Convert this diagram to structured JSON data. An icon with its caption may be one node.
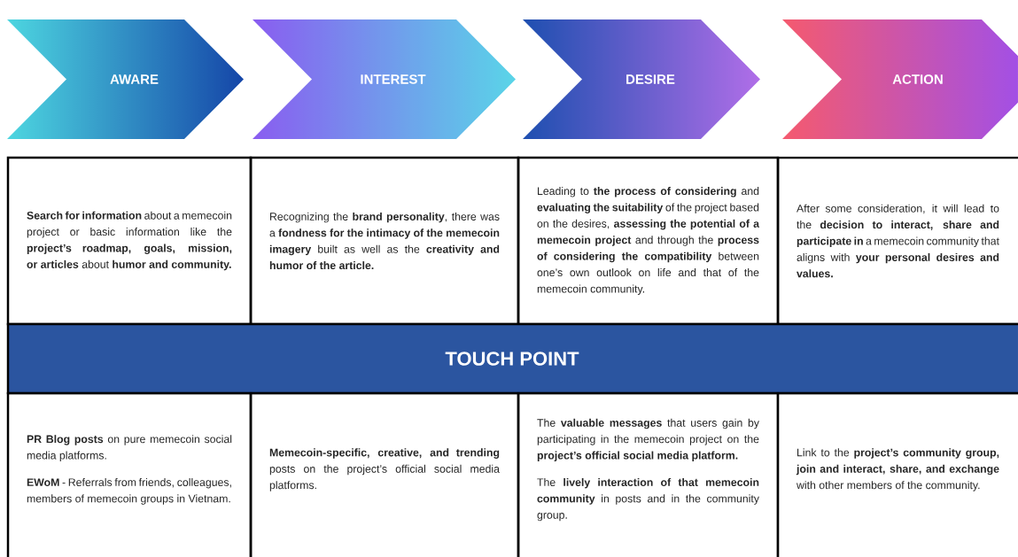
{
  "diagram": {
    "nodes": [
      {
        "text": [
          "AWARE"
        ]
      },
      {
        "text": [
          "INTEREST"
        ]
      },
      {
        "text": [
          "DESIRE"
        ]
      },
      {
        "text": [
          "ACTION"
        ]
      },
      {
        "text": [
          "**Search for information** about a memecoin project or basic information like the **project’s roadmap, goals, mission, or articles** about **humor and community.**"
        ]
      },
      {
        "text": [
          "Recognizing the **brand personality**, there was a **fondness for the intimacy of the memecoin imagery** built as well as the **creativity and humor of the article.**"
        ]
      },
      {
        "text": [
          "Leading to **the process of considering** and **evaluating the suitability** of the project based on the desires, **assessing the potential of a memecoin project** and through the **process of considering the compatibility** between one’s own outlook on life and that of the memecoin community."
        ]
      },
      {
        "text": [
          "After some consideration, it will lead to the **decision to interact, share and participate in** a memecoin community that aligns with **your personal desires and values.**"
        ]
      },
      {
        "text": [
          "TOUCH POINT"
        ]
      },
      {
        "text": [
          "**PR Blog posts** on pure memecoin social media platforms.",
          "**EWoM** - Referrals from friends, colleagues, members of memecoin groups in Vietnam."
        ]
      },
      {
        "text": [
          "**Memecoin-specific, creative, and trending** posts on the project’s official social media platforms."
        ]
      },
      {
        "text": [
          "The **valuable messages** that users gain by participating in the memecoin project on the **project’s official social media platform.**",
          "The **lively interaction of that memecoin community** in posts and in the community group."
        ]
      },
      {
        "text": [
          "Link to the **project’s community group, join and interact, share, and exchange** with other members of the community."
        ]
      }
    ]
  }
}
